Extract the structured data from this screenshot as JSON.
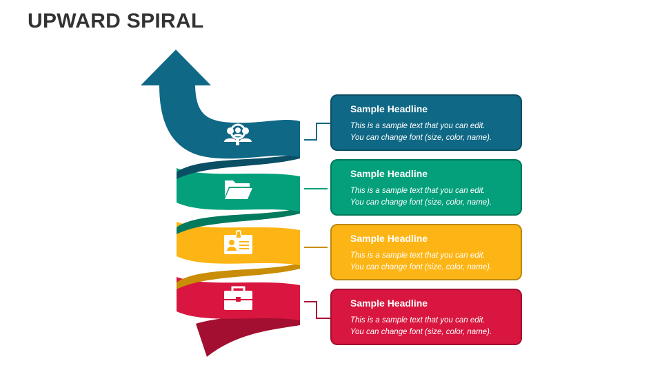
{
  "title": "UPWARD SPIRAL",
  "steps": [
    {
      "icon": "team-search-icon",
      "color": "#0f6885",
      "dark": "#0b4f65",
      "headline": "Sample Headline",
      "text1": "This is a sample text that you can edit.",
      "text2": "You can change font (size, color, name)."
    },
    {
      "icon": "folder-icon",
      "color": "#03a07b",
      "dark": "#027a5e",
      "headline": "Sample Headline",
      "text1": "This is a sample text that you can edit.",
      "text2": "You can change font (size, color, name)."
    },
    {
      "icon": "id-card-icon",
      "color": "#fdb515",
      "dark": "#c98d06",
      "headline": "Sample Headline",
      "text1": "This is a sample text that you can edit.",
      "text2": "You can change font (size, color, name)."
    },
    {
      "icon": "briefcase-icon",
      "color": "#d8163f",
      "dark": "#a30f30",
      "headline": "Sample Headline",
      "text1": "This is a sample text that you can edit.",
      "text2": "You can change font (size, color, name)."
    }
  ]
}
